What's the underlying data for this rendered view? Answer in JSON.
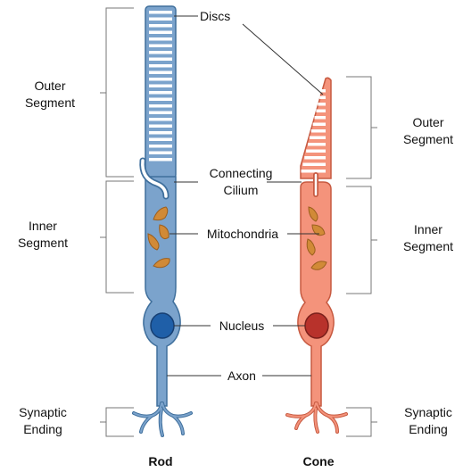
{
  "labels": {
    "discs": "Discs",
    "outer_segment_line1": "Outer",
    "outer_segment_line2": "Segment",
    "connecting_cilium_line1": "Connecting",
    "connecting_cilium_line2": "Cilium",
    "inner_segment_line1": "Inner",
    "inner_segment_line2": "Segment",
    "mitochondria": "Mitochondria",
    "nucleus": "Nucleus",
    "axon": "Axon",
    "synaptic_ending_line1": "Synaptic",
    "synaptic_ending_line2": "Ending"
  },
  "captions": {
    "rod": "Rod",
    "cone": "Cone"
  },
  "colors": {
    "rod_fill": "#7ba3cc",
    "rod_stroke": "#3f6f9c",
    "rod_nucleus": "#1f5fa8",
    "cone_fill": "#f4937b",
    "cone_stroke": "#c75a41",
    "cone_nucleus": "#b8322b",
    "mitochondria": "#d18a37",
    "bracket": "#777777"
  }
}
